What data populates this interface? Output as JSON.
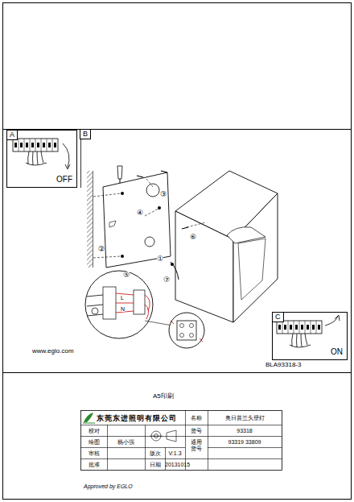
{
  "diagram": {
    "nodes": [
      {
        "text": [
          "A",
          "OFF"
        ]
      },
      {
        "text": [
          "B"
        ]
      },
      {
        "text": [
          "C",
          "ON"
        ],
        "in": 1
      }
    ],
    "labels": [
      "①",
      "②",
      "③",
      "④",
      "⑤",
      "⑥",
      "⑦",
      "N",
      "L",
      "www.eglo.com",
      "BLA93318-3",
      "A5印刷",
      "东莞东进照明有限公司",
      "名称",
      "奥日普兰头壁灯",
      "校对",
      "货号",
      "93318",
      "绘图",
      "杨小强",
      "通用货号",
      "93319 33809",
      "审核",
      "版次",
      "V:1.3",
      "批准",
      "日期",
      "20131015",
      "Approved by EGLO"
    ]
  }
}
